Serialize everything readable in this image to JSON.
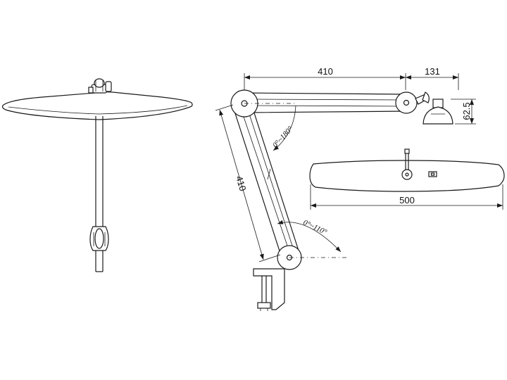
{
  "dimensions": {
    "arm_upper_length": "410",
    "head_offset": "131",
    "head_height": "62.5",
    "arm_lower_length": "410",
    "lamp_width": "500"
  },
  "angles": {
    "upper_joint": "0°~180°",
    "lower_joint": "0°~110°"
  },
  "colors": {
    "line": "#1a1a1a",
    "background": "#ffffff"
  }
}
